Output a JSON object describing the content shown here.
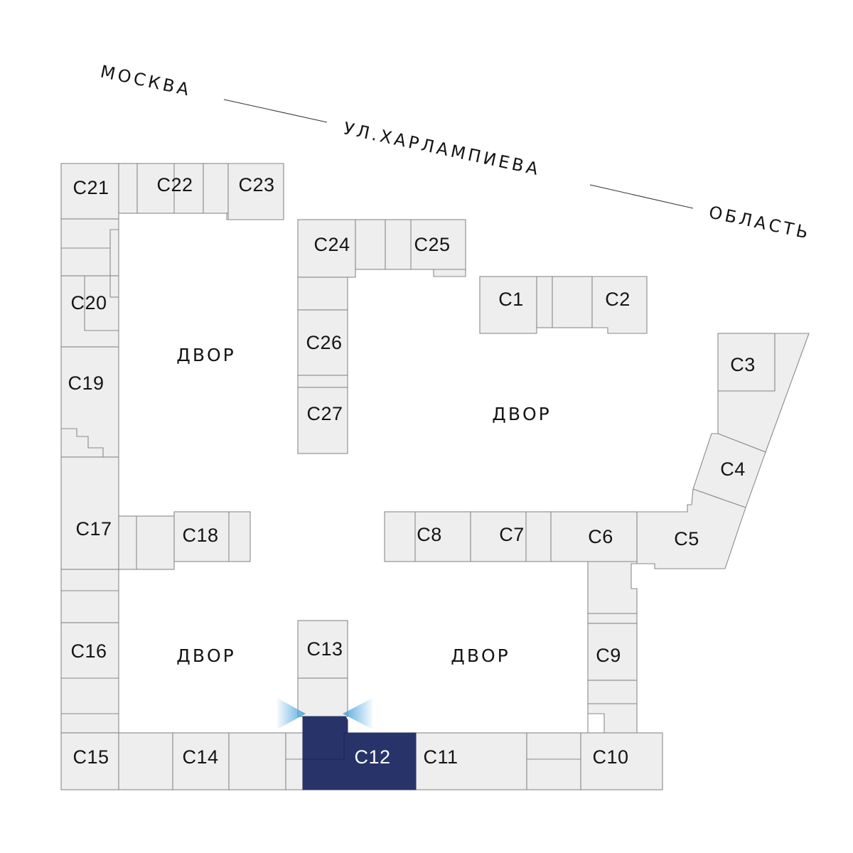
{
  "street": {
    "left": "МОСКВА",
    "center": "УЛ.ХАРЛАМПИЕВА",
    "right": "ОБЛАСТЬ"
  },
  "yards": [
    "ДВОР",
    "ДВОР",
    "ДВОР",
    "ДВОР"
  ],
  "sections": {
    "s1": "С1",
    "s2": "С2",
    "s3": "С3",
    "s4": "С4",
    "s5": "С5",
    "s6": "С6",
    "s7": "С7",
    "s8": "С8",
    "s9": "С9",
    "s10": "С10",
    "s11": "С11",
    "s12": "С12",
    "s13": "С13",
    "s14": "С14",
    "s15": "С15",
    "s16": "С16",
    "s17": "С17",
    "s18": "С18",
    "s19": "С19",
    "s20": "С20",
    "s21": "С21",
    "s22": "С22",
    "s23": "С23",
    "s24": "С24",
    "s25": "С25",
    "s26": "С26",
    "s27": "С27"
  },
  "selected_section": "С12",
  "colors": {
    "block_fill": "#eeeeee",
    "block_stroke": "#8a8a8a",
    "selected_fill": "#283469",
    "view_marker": "#4aa3dc"
  }
}
